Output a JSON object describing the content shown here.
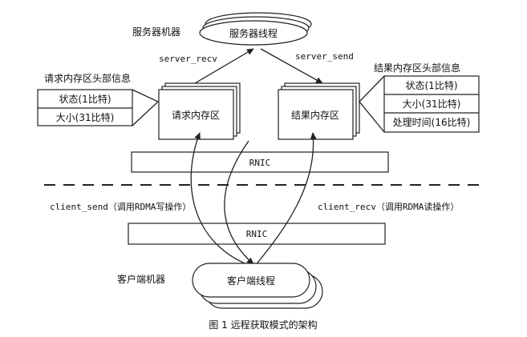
{
  "labels": {
    "server_machine": "服务器机器",
    "server_thread": "服务器线程",
    "server_recv": "server_recv",
    "server_send": "server_send",
    "req_header_title": "请求内存区头部信息",
    "res_header_title": "结果内存区头部信息",
    "req_area": "请求内存区",
    "res_area": "结果内存区",
    "req_fields": [
      "状态(1比特)",
      "大小(31比特)"
    ],
    "res_fields": [
      "状态(1比特)",
      "大小(31比特)",
      "处理时间(16比特)"
    ],
    "rnic_top": "RNIC",
    "rnic_bottom": "RNIC",
    "client_send": "client_send（调用RDMA写操作）",
    "client_recv": "client_recv（调用RDMA读操作）",
    "client_machine": "客户端机器",
    "client_thread": "客户端线程",
    "caption": "图 1  远程获取模式的架构"
  }
}
